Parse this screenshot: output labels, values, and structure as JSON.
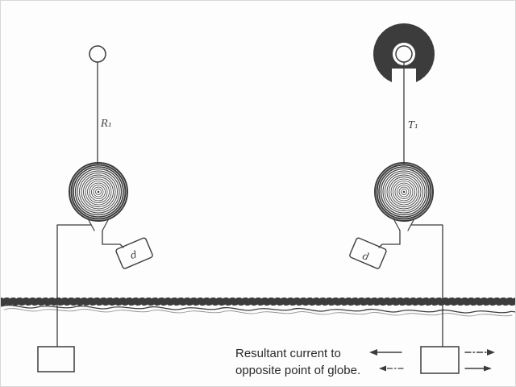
{
  "colors": {
    "ink": "#3c3c3c",
    "background": "#fdfdfd",
    "caption_text": "#2a2a2a"
  },
  "receiver": {
    "label": "R₁",
    "device_label": "d"
  },
  "transmitter": {
    "label": "T₁",
    "device_label": "d"
  },
  "caption": {
    "line1": "Resultant current to",
    "line2": "opposite point of globe."
  }
}
